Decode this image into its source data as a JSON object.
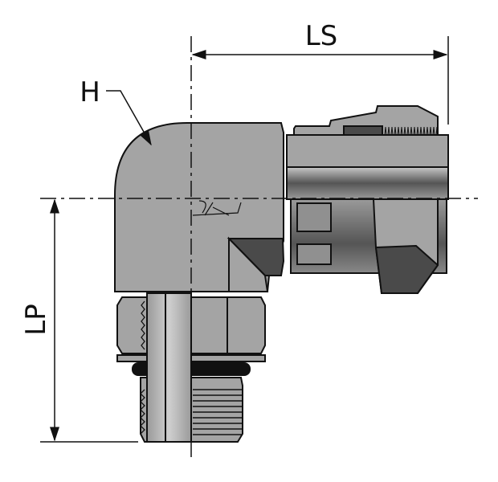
{
  "labels": {
    "hex": "H",
    "length_side": "LS",
    "length_port": "LP"
  },
  "colors": {
    "body": "#a4a4a4",
    "shadow": "#4a4a4a",
    "outline": "#111111",
    "oring": "#111111"
  }
}
